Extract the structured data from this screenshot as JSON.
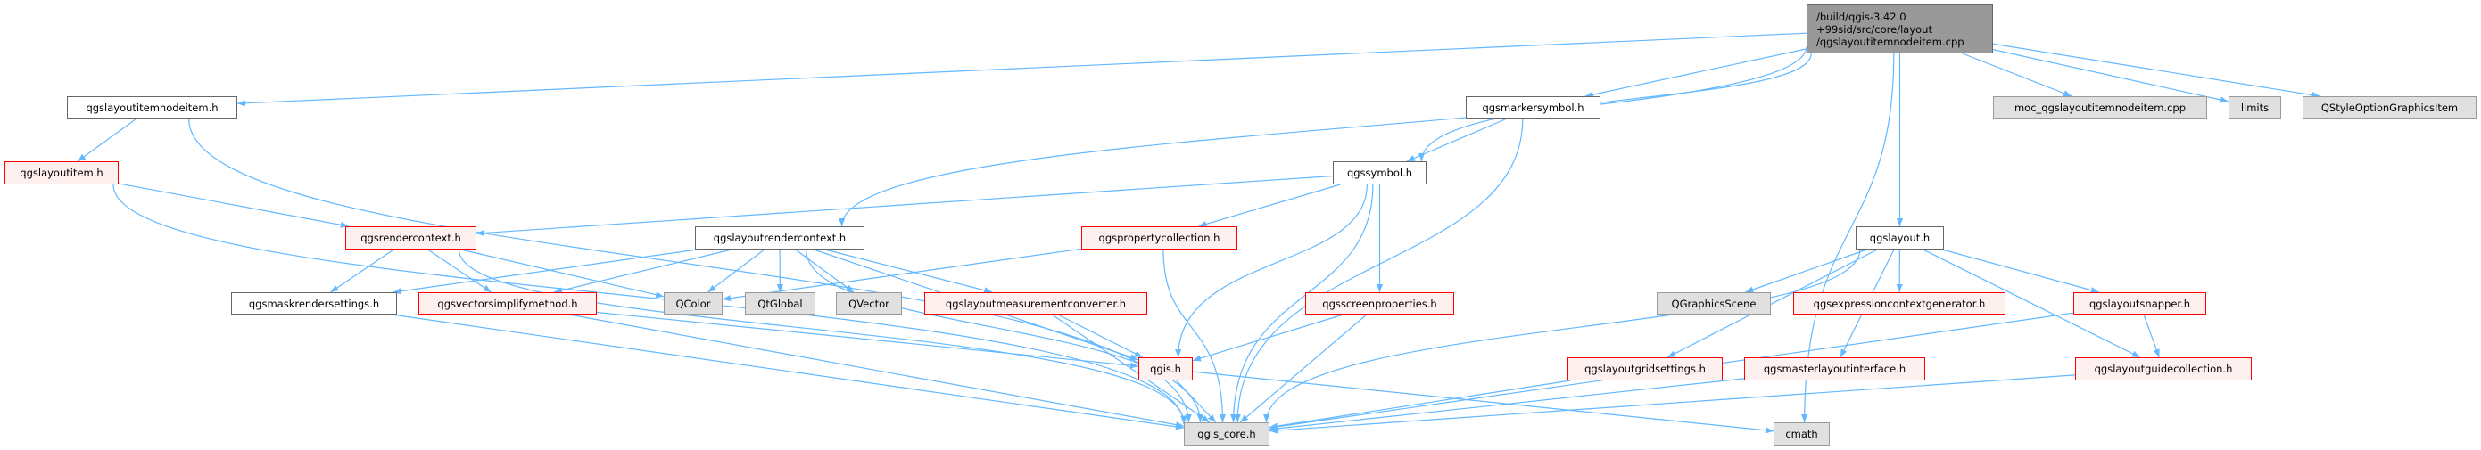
{
  "title": "Include dependency graph for qgslayoutitemnodeitem.cpp",
  "colors": {
    "edge": "#63b8ff",
    "red_border": "#ff0000",
    "red_fill": "#fff0f0",
    "gray_fill": "#e0e0e0",
    "root_fill": "#999999"
  },
  "root": {
    "lines": [
      "/build/qgis-3.42.0",
      "+99sid/src/core/layout",
      "/qgslayoutitemnodeitem.cpp"
    ]
  },
  "nodes": {
    "nodeitem": {
      "label": "qgslayoutitemnodeitem.h",
      "kind": "plain"
    },
    "layoutitem": {
      "label": "qgslayoutitem.h",
      "kind": "red"
    },
    "markersymbol": {
      "label": "qgsmarkersymbol.h",
      "kind": "plain"
    },
    "moc": {
      "label": "moc_qgslayoutitemnodeitem.cpp",
      "kind": "gray"
    },
    "limits": {
      "label": "limits",
      "kind": "gray"
    },
    "qstyle": {
      "label": "QStyleOptionGraphicsItem",
      "kind": "gray"
    },
    "symbol": {
      "label": "qgssymbol.h",
      "kind": "plain"
    },
    "rendercontext": {
      "label": "qgsrendercontext.h",
      "kind": "red"
    },
    "layoutrendercontext": {
      "label": "qgslayoutrendercontext.h",
      "kind": "plain"
    },
    "propertycollection": {
      "label": "qgspropertycollection.h",
      "kind": "red"
    },
    "layout": {
      "label": "qgslayout.h",
      "kind": "plain"
    },
    "mask": {
      "label": "qgsmaskrendersettings.h",
      "kind": "plain"
    },
    "vectorsimplify": {
      "label": "qgsvectorsimplifymethod.h",
      "kind": "red"
    },
    "qcolor": {
      "label": "QColor",
      "kind": "gray"
    },
    "qtglobal": {
      "label": "QtGlobal",
      "kind": "gray"
    },
    "qvector": {
      "label": "QVector",
      "kind": "gray"
    },
    "measconv": {
      "label": "qgslayoutmeasurementconverter.h",
      "kind": "red"
    },
    "screenprops": {
      "label": "qgsscreenproperties.h",
      "kind": "red"
    },
    "qgraphicsscene": {
      "label": "QGraphicsScene",
      "kind": "gray"
    },
    "exprgen": {
      "label": "qgsexpressioncontextgenerator.h",
      "kind": "red"
    },
    "snapper": {
      "label": "qgslayoutsnapper.h",
      "kind": "red"
    },
    "qgis": {
      "label": "qgis.h",
      "kind": "red"
    },
    "gridsettings": {
      "label": "qgslayoutgridsettings.h",
      "kind": "red"
    },
    "masterlayout": {
      "label": "qgsmasterlayoutinterface.h",
      "kind": "red"
    },
    "guidecoll": {
      "label": "qgslayoutguidecollection.h",
      "kind": "red"
    },
    "qgiscore": {
      "label": "qgis_core.h",
      "kind": "gray"
    },
    "cmath": {
      "label": "cmath",
      "kind": "gray"
    }
  },
  "edges": [
    [
      "root",
      "nodeitem"
    ],
    [
      "root",
      "layoutrendercontext"
    ],
    [
      "root",
      "symbol"
    ],
    [
      "root",
      "markersymbol"
    ],
    [
      "root",
      "layout"
    ],
    [
      "root",
      "cmath"
    ],
    [
      "root",
      "moc"
    ],
    [
      "root",
      "limits"
    ],
    [
      "root",
      "qstyle"
    ],
    [
      "nodeitem",
      "layoutitem"
    ],
    [
      "nodeitem",
      "qgiscore"
    ],
    [
      "layoutitem",
      "rendercontext"
    ],
    [
      "layoutitem",
      "qgiscore"
    ],
    [
      "rendercontext",
      "mask"
    ],
    [
      "rendercontext",
      "vectorsimplify"
    ],
    [
      "rendercontext",
      "qcolor"
    ],
    [
      "rendercontext",
      "qgiscore"
    ],
    [
      "layoutrendercontext",
      "mask"
    ],
    [
      "layoutrendercontext",
      "vectorsimplify"
    ],
    [
      "layoutrendercontext",
      "qcolor"
    ],
    [
      "layoutrendercontext",
      "qtglobal"
    ],
    [
      "layoutrendercontext",
      "qvector"
    ],
    [
      "layoutrendercontext",
      "measconv"
    ],
    [
      "layoutrendercontext",
      "qgis"
    ],
    [
      "layoutrendercontext",
      "qgiscore"
    ],
    [
      "markersymbol",
      "symbol"
    ],
    [
      "markersymbol",
      "qgiscore"
    ],
    [
      "symbol",
      "rendercontext"
    ],
    [
      "symbol",
      "propertycollection"
    ],
    [
      "symbol",
      "screenprops"
    ],
    [
      "symbol",
      "qgis"
    ],
    [
      "symbol",
      "qgiscore"
    ],
    [
      "propertycollection",
      "qcolor"
    ],
    [
      "propertycollection",
      "qgiscore"
    ],
    [
      "mask",
      "qgiscore"
    ],
    [
      "vectorsimplify",
      "qgiscore"
    ],
    [
      "vectorsimplify",
      "qgis"
    ],
    [
      "measconv",
      "qgis"
    ],
    [
      "measconv",
      "qgiscore"
    ],
    [
      "screenprops",
      "qgis"
    ],
    [
      "screenprops",
      "qgiscore"
    ],
    [
      "qgis",
      "qgiscore"
    ],
    [
      "qgis",
      "cmath"
    ],
    [
      "layout",
      "qgraphicsscene"
    ],
    [
      "layout",
      "exprgen"
    ],
    [
      "layout",
      "snapper"
    ],
    [
      "layout",
      "guidecoll"
    ],
    [
      "layout",
      "gridsettings"
    ],
    [
      "layout",
      "masterlayout"
    ],
    [
      "layout",
      "qgiscore"
    ],
    [
      "snapper",
      "guidecoll"
    ],
    [
      "snapper",
      "qgiscore"
    ],
    [
      "guidecoll",
      "qgiscore"
    ],
    [
      "gridsettings",
      "qgiscore"
    ],
    [
      "masterlayout",
      "qgiscore"
    ]
  ]
}
